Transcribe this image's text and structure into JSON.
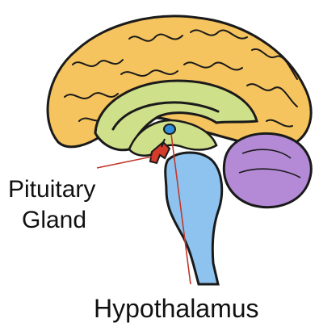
{
  "labels": {
    "pituitary_line1": "Pituitary",
    "pituitary_line2": "Gland",
    "hypothalamus": "Hypothalamus"
  },
  "colors": {
    "cortex": "#f6c45e",
    "cortex_outline": "#1a1a1a",
    "corpus_region": "#cfe08a",
    "brainstem": "#8ec3f0",
    "cerebellum": "#b48ad6",
    "pituitary": "#d43b2a",
    "hypothalamus": "#2f8fd8",
    "pointer_line": "#c0392b"
  }
}
